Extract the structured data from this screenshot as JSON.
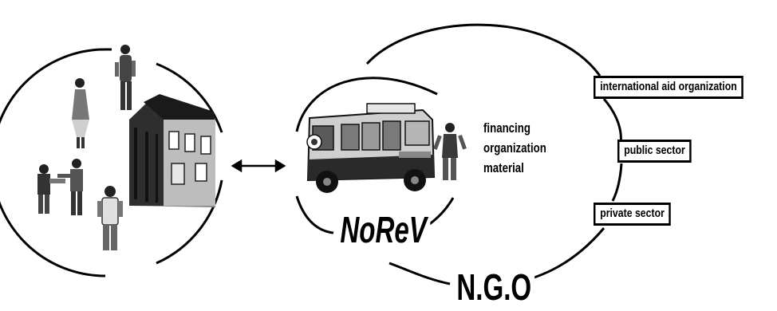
{
  "diagram": {
    "center_label": "NoReV",
    "outer_label": "N.G.O",
    "resources": [
      "financing",
      "organization",
      "material"
    ],
    "partners": [
      "international aid organization",
      "public sector",
      "private sector"
    ]
  },
  "icons": {
    "community": "community-people-house-illustration",
    "van": "food-truck-van-illustration",
    "person": "standing-person-illustration",
    "connector": "double-headed-arrow-icon"
  },
  "colors": {
    "ink": "#000000",
    "background": "#ffffff"
  }
}
